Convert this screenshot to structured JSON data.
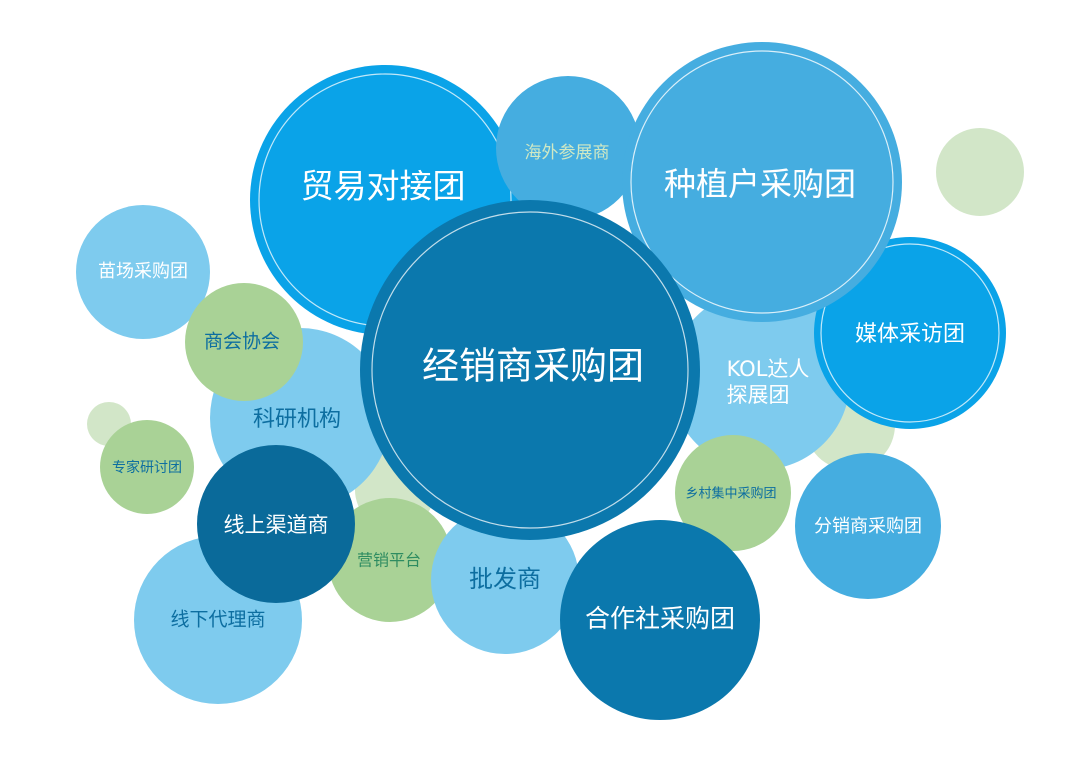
{
  "colors": {
    "pale_green": "#d2e6c8",
    "green": "#a9d296",
    "light_blue": "#7ecbee",
    "mid_blue": "#45ade0",
    "bright_blue": "#0aa3e8",
    "dark_blue": "#0b78ad",
    "navy": "#0a6a9a",
    "white": "#ffffff",
    "text_blue": "#0d6ea0",
    "text_green": "#2e8c61"
  },
  "bubbles": {
    "jingxiaoshang": "经销商采购团",
    "maoyi": "贸易对接团",
    "zhongzhihu": "种植户采购团",
    "haiwai": "海外参展商",
    "miaochang": "苗场采购团",
    "shanghui": "商会协会",
    "keyan": "科研机构",
    "zhuanjia": "专家研讨团",
    "xianshang": "线上渠道商",
    "yingxiao": "营销平台",
    "xianxia": "线下代理商",
    "pifa": "批发商",
    "hezuoshe": "合作社采购团",
    "xiangcun": "乡村集中采购团",
    "fenxiao": "分销商采购团",
    "meiti": "媒体采访团",
    "kol_line1": "KOL达人",
    "kol_line2": "探展团"
  }
}
